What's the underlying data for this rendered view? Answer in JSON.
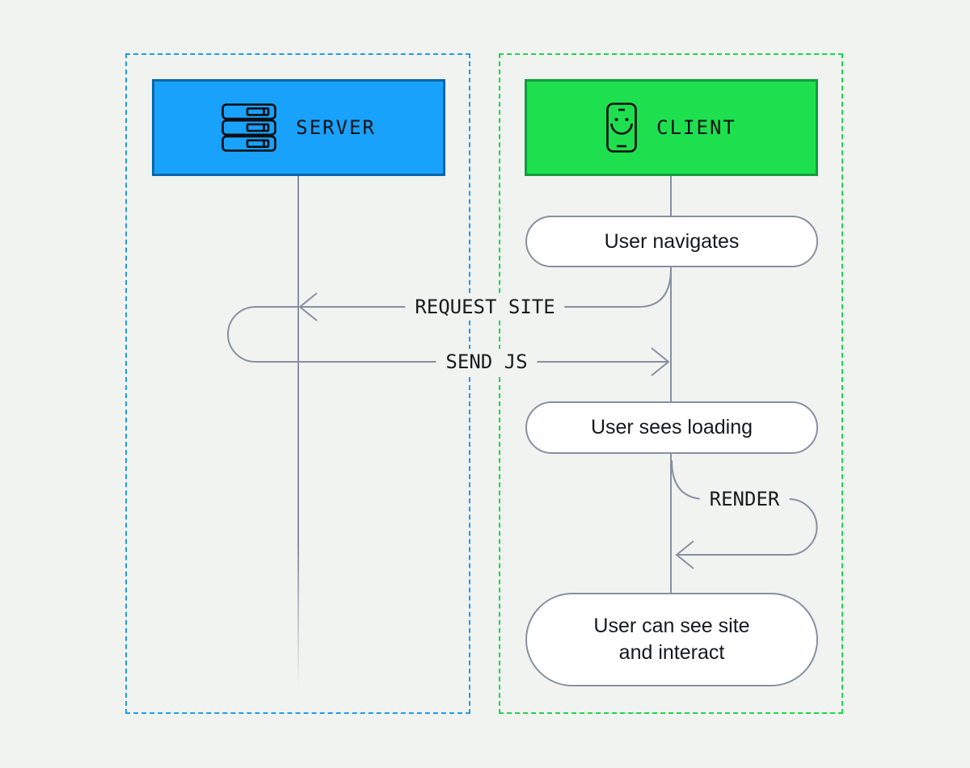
{
  "background_color": "#f1f3f0",
  "wire_color": "#8790a1",
  "lanes": {
    "server": {
      "label": "SERVER",
      "icon": "server-stack-icon",
      "fill_color": "#18a2fb",
      "border_color": "#0a66ad",
      "dash_border_color": "#1e9bf0"
    },
    "client": {
      "label": "CLIENT",
      "icon": "smartphone-smiley-icon",
      "fill_color": "#1ee04f",
      "border_color": "#0f9e3e",
      "dash_border_color": "#1bd74d"
    }
  },
  "events": {
    "navigate": "User navigates",
    "loading": "User sees loading",
    "interact": "User can see site and interact"
  },
  "messages": {
    "request": {
      "label": "REQUEST SITE",
      "from": "client",
      "to": "server"
    },
    "send_js": {
      "label": "SEND JS",
      "from": "server",
      "to": "client"
    },
    "render": {
      "label": "RENDER",
      "from": "client",
      "to": "client"
    }
  }
}
